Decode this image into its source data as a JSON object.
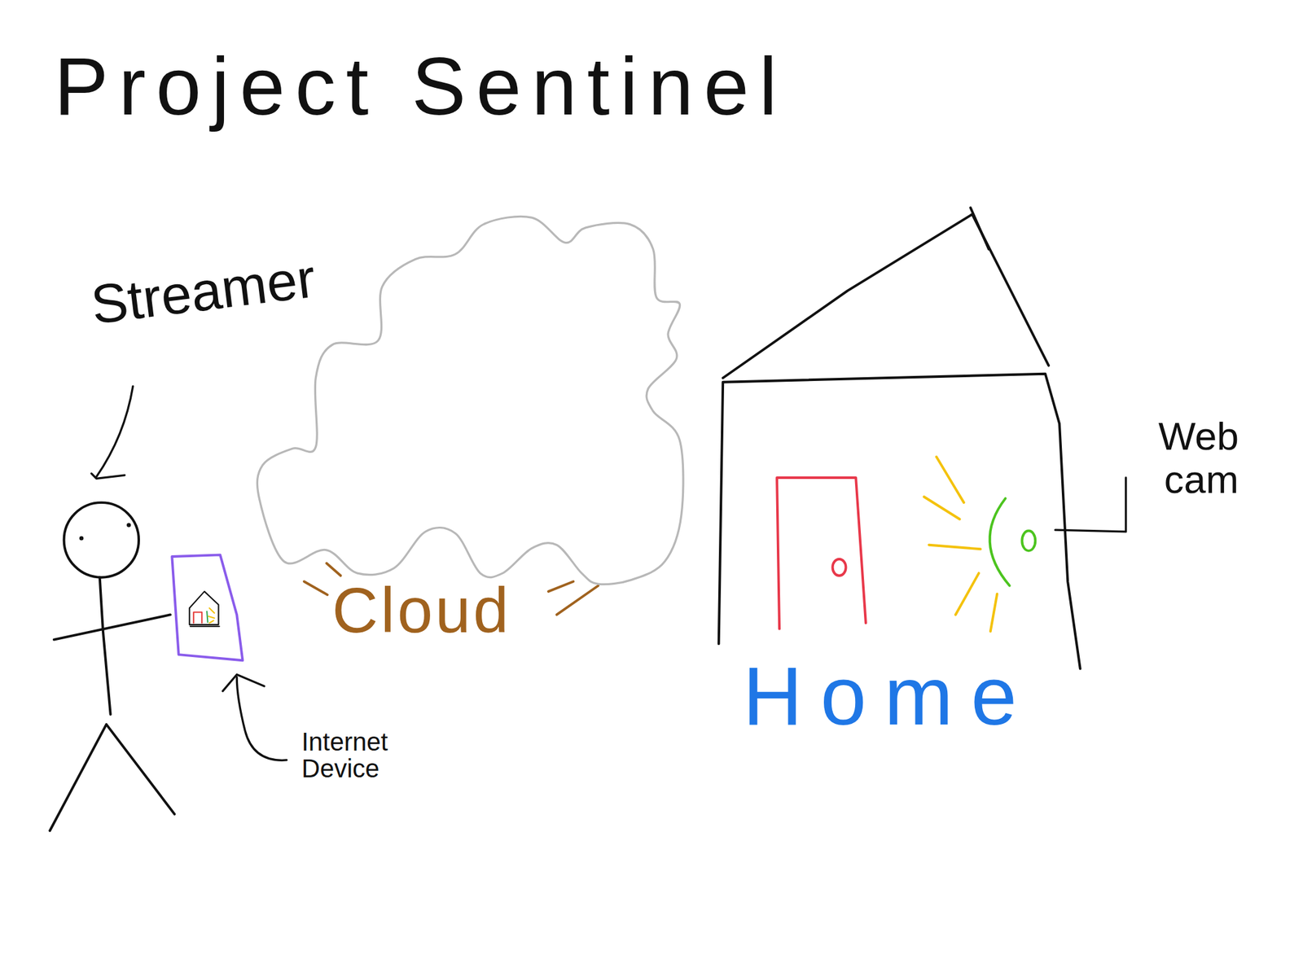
{
  "diagram": {
    "title": "Project Sentinel",
    "nodes": [
      {
        "text": [
          "Cloud"
        ]
      },
      {
        "text": [
          "Home"
        ]
      }
    ],
    "labels": [
      "Streamer",
      "Internet Device",
      "Web cam"
    ]
  }
}
